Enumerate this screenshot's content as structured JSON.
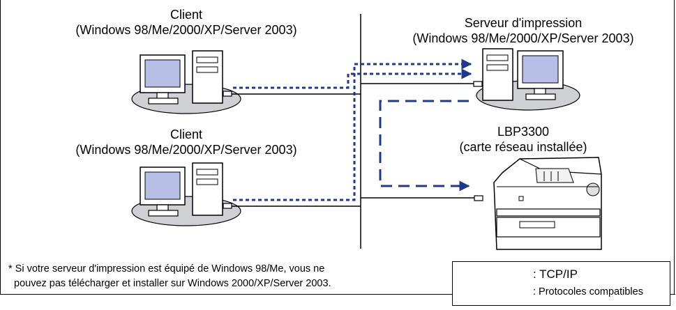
{
  "client_top": {
    "title": "Client",
    "os": "(Windows 98/Me/2000/XP/Server 2003)"
  },
  "client_bottom": {
    "title": "Client",
    "os": "(Windows 98/Me/2000/XP/Server 2003)"
  },
  "print_server": {
    "title": "Serveur d'impression",
    "os": "(Windows 98/Me/2000/XP/Server 2003)"
  },
  "printer": {
    "model": "LBP3300",
    "note": "(carte réseau installée)"
  },
  "footnote": {
    "line1": "* Si votre serveur d'impression est équipé de Windows 98/Me, vous ne",
    "line2": "pouvez pas télécharger et installer sur Windows 2000/XP/Server 2003."
  },
  "legend": {
    "tcp": ": TCP/IP",
    "compatible": ": Protocoles compatibles"
  },
  "colors": {
    "dashed_arrow": "#1f3a8a",
    "screen": "#b8bfe6",
    "desk_shadow": "#cfd0d4"
  }
}
